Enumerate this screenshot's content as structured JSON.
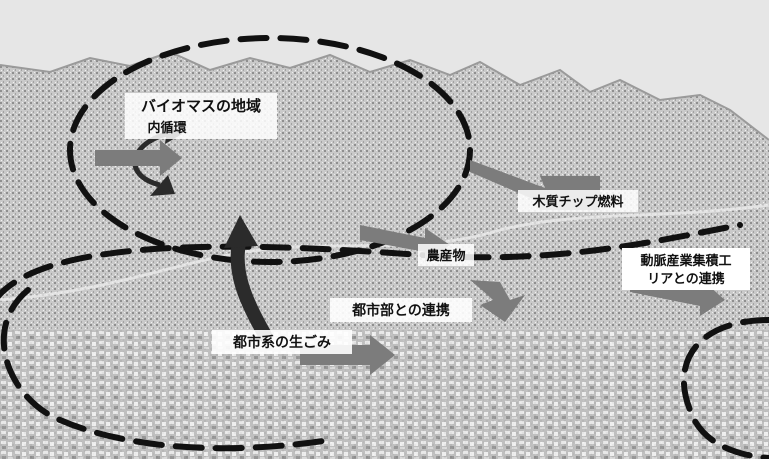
{
  "labels": {
    "biomass_title": "バイオマスの地域",
    "biomass_sub": "内循環",
    "wood_chip": "木質チップ燃料",
    "crops": "農産物",
    "industry_line1": "動脈産業集積工",
    "industry_line2": "リアとの連携",
    "urban_link": "都市部との連携",
    "urban_waste": "都市系の生ごみ"
  },
  "colors": {
    "background": "#c4c4c4",
    "mountain": "#e3e3e3",
    "dashed_loop": "#111111",
    "dark_arrow": "#2b2b2b",
    "gray_arrow": "#7a7a7a",
    "label_bg": "#ffffff"
  }
}
